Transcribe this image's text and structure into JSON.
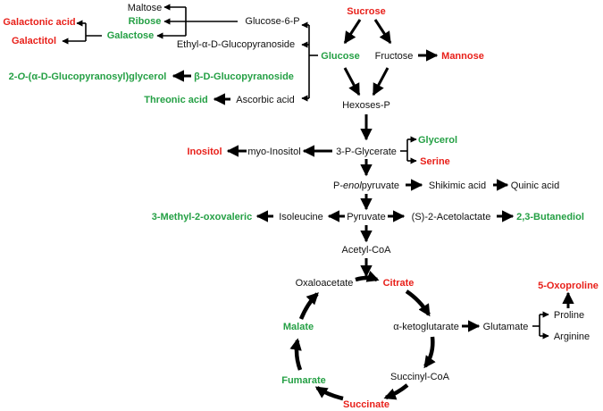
{
  "colors": {
    "highlight_red": "#e8201a",
    "highlight_green": "#25a045",
    "text": "#111111",
    "arrow": "#000000"
  },
  "nodes": {
    "maltose": "Maltose",
    "ribose": "Ribose",
    "galactose": "Galactose",
    "galactonic_acid": "Galactonic acid",
    "galactitol": "Galactitol",
    "glucose_6_p": "Glucose-6-P",
    "ethyl_glucopyranoside": "Ethyl-α-D-Glucopyranoside",
    "sucrose": "Sucrose",
    "glucose": "Glucose",
    "fructose": "Fructose",
    "mannose": "Mannose",
    "glycerol_derivative_prefix": "2-",
    "glycerol_derivative_italic": "O",
    "glycerol_derivative_suffix": "-(α-D-Glucopyranosyl)glycerol",
    "beta_glucopyranoside": "β-D-Glucopyranoside",
    "threonic_acid": "Threonic acid",
    "ascorbic_acid": "Ascorbic acid",
    "hexoses_p": "Hexoses-P",
    "inositol": "Inositol",
    "myo_inositol": "myo-Inositol",
    "three_p_glycerate": "3-P-Glycerate",
    "glycerol": "Glycerol",
    "serine": "Serine",
    "pep_prefix": "P-",
    "pep_italic": "enol",
    "pep_suffix": "pyruvate",
    "shikimic_acid": "Shikimic acid",
    "quinic_acid": "Quinic acid",
    "methyl_oxovaleric": "3-Methyl-2-oxovaleric",
    "isoleucine": "Isoleucine",
    "pyruvate": "Pyruvate",
    "acetolactate": "(S)-2-Acetolactate",
    "butanediol": "2,3-Butanediol",
    "acetyl_coa": "Acetyl-CoA",
    "oxaloacetate": "Oxaloacetate",
    "citrate": "Citrate",
    "oxoproline": "5-Oxoproline",
    "proline": "Proline",
    "alpha_ketoglutarate": "α-ketoglutarate",
    "glutamate": "Glutamate",
    "arginine": "Arginine",
    "malate": "Malate",
    "fumarate": "Fumarate",
    "succinyl_coa": "Succinyl-CoA",
    "succinate": "Succinate"
  }
}
